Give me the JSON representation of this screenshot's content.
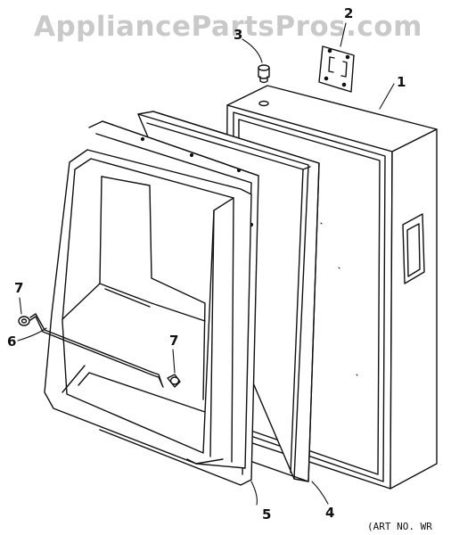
{
  "watermark": "AppliancePartsPros.com",
  "callouts": {
    "c1": "1",
    "c2": "2",
    "c3": "3",
    "c4": "4",
    "c5": "5",
    "c6": "6",
    "c7a": "7",
    "c7b": "7"
  },
  "art_no": "(ART NO. WR"
}
